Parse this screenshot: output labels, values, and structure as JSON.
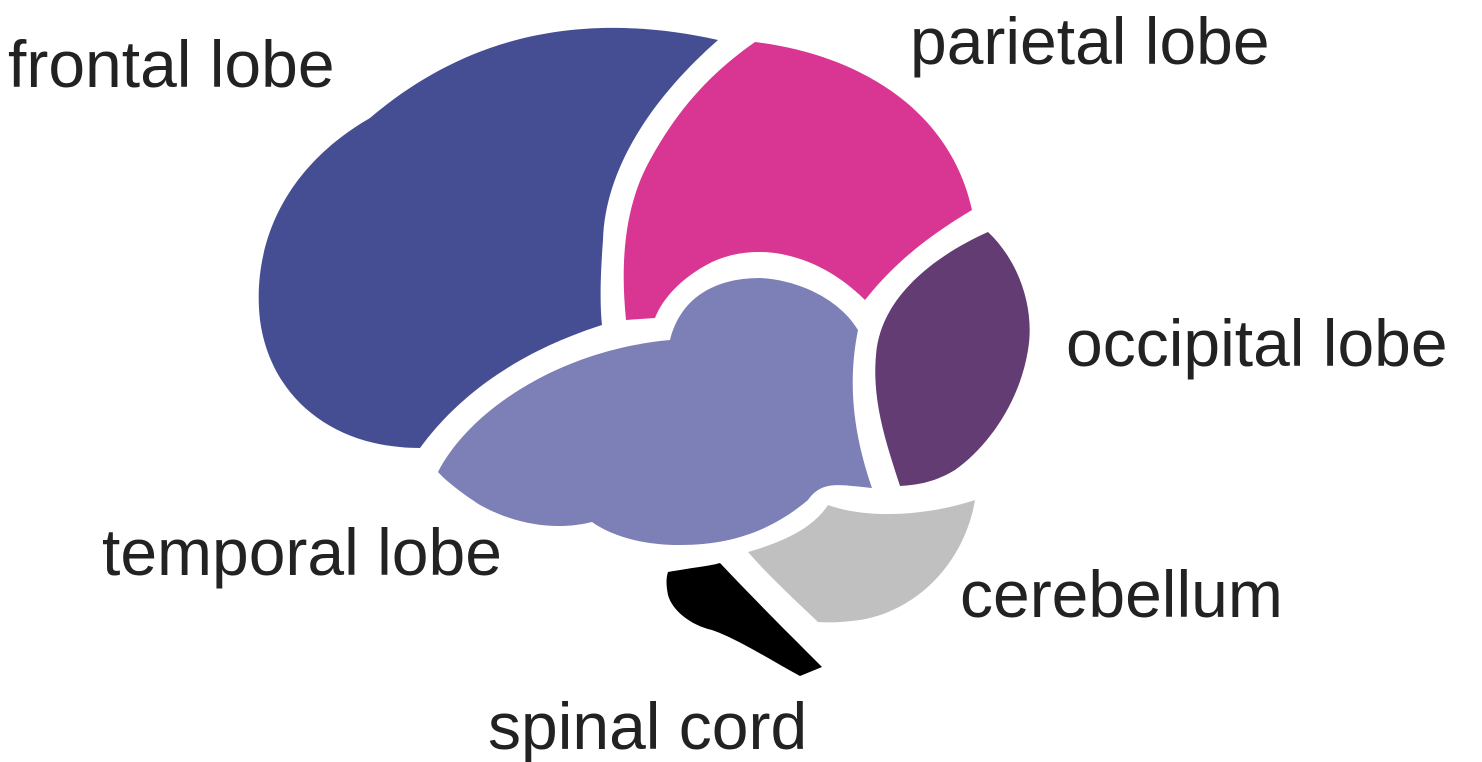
{
  "labels": {
    "frontal": "frontal lobe",
    "parietal": "parietal lobe",
    "occipital": "occipital lobe",
    "temporal": "temporal lobe",
    "cerebellum": "cerebellum",
    "spinal": "spinal cord"
  },
  "colors": {
    "frontal": "#454e93",
    "parietal": "#d93593",
    "occipital": "#633c73",
    "temporal": "#7d80b7",
    "cerebellum": "#c0c0c0",
    "spinal": "#000000",
    "text": "#222222"
  }
}
